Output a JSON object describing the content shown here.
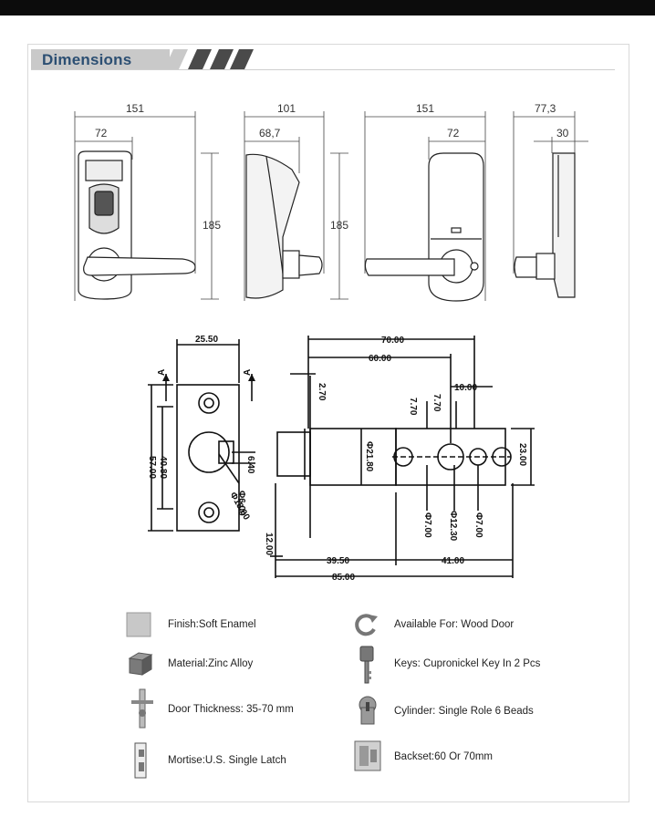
{
  "header": {
    "title": "Dimensions"
  },
  "top_dims": {
    "view1": {
      "width": "151",
      "offset": "72",
      "height": "185"
    },
    "view2": {
      "width": "101",
      "offset": "68,7"
    },
    "view3": {
      "width": "151",
      "offset": "72",
      "height": "185"
    },
    "view4": {
      "width": "77,3",
      "offset": "30"
    }
  },
  "drawing_dims": {
    "d25_50": "25.50",
    "d70": "70.00",
    "d60": "60.00",
    "d10": "10.00",
    "d2_70": "2.70",
    "d7_70a": "7.70",
    "d7_70b": "7.70",
    "d40_80": "40.80",
    "d57": "57.00",
    "d6_40": "6.40",
    "d6": "Φ6.00",
    "d18": "Φ18.00",
    "d21_80": "Φ21.80",
    "d23": "23.00",
    "d7a": "Φ7.00",
    "d12_30": "Φ12.30",
    "d7b": "Φ7.00",
    "d12": "12.00",
    "d39_50": "39.50",
    "d41": "41.00",
    "d85": "85.00",
    "a": "A"
  },
  "specs": [
    {
      "label": "Finish:Soft Enamel",
      "icon": "finish-swatch-icon"
    },
    {
      "label": "Available For: Wood Door",
      "icon": "wood-door-icon"
    },
    {
      "label": "Material:Zinc Alloy",
      "icon": "material-cube-icon"
    },
    {
      "label": "Keys: Cupronickel Key In 2 Pcs",
      "icon": "key-icon"
    },
    {
      "label": "Door Thickness: 35-70 mm",
      "icon": "door-thickness-icon"
    },
    {
      "label": "Cylinder: Single Role 6 Beads",
      "icon": "cylinder-icon"
    },
    {
      "label": "Mortise:U.S. Single Latch",
      "icon": "mortise-icon"
    },
    {
      "label": "Backset:60 Or 70mm",
      "icon": "backset-icon"
    }
  ],
  "colors": {
    "title": "#2c4f73",
    "band": "#c9c9c9",
    "topbar": "#0c0c0c"
  }
}
